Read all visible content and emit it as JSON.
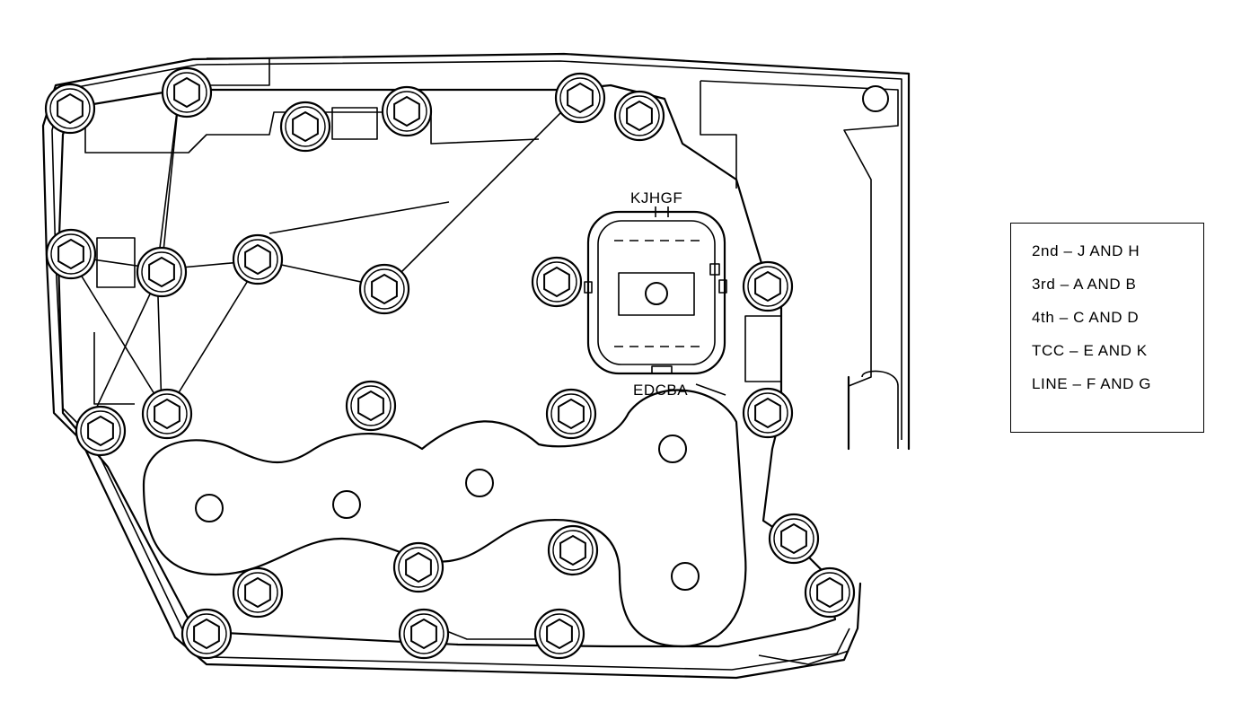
{
  "diagram": {
    "connector_top_label": "KJHGF",
    "connector_bottom_label": "EDCBA"
  },
  "legend": {
    "items": [
      "2nd  –  J AND H",
      "3rd  –  A AND B",
      "4th  –  C AND D",
      "TCC  –  E AND K",
      "LINE  –  F AND G"
    ]
  }
}
